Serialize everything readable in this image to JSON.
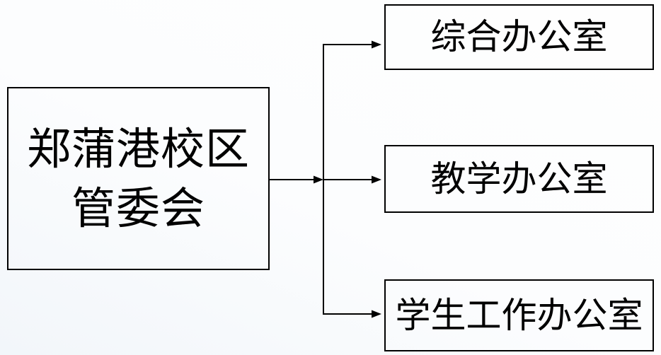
{
  "diagram": {
    "type": "org-chart",
    "root": {
      "label": "郑蒲港校区\n管委会"
    },
    "children": [
      {
        "label": "综合办公室"
      },
      {
        "label": "教学办公室"
      },
      {
        "label": "学生工作办公室"
      }
    ],
    "colors": {
      "line": "#000000",
      "box_border": "#000000",
      "text": "#000000",
      "background": "#fbfcfd"
    }
  }
}
